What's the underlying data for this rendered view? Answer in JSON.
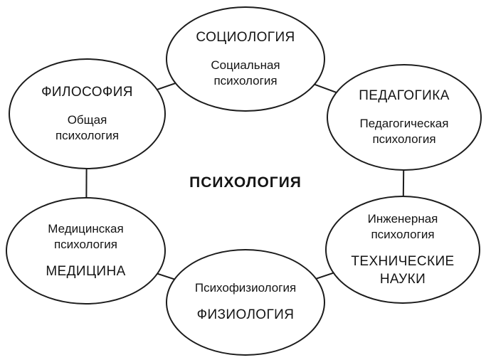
{
  "diagram": {
    "center_label": "ПСИХОЛОГИЯ",
    "nodes": {
      "sociology": {
        "discipline": "СОЦИОЛОГИЯ",
        "branch": "Социальная\nпсихология"
      },
      "philosophy": {
        "discipline": "ФИЛОСОФИЯ",
        "branch": "Общая\nпсихология"
      },
      "pedagogy": {
        "discipline": "ПЕДАГОГИКА",
        "branch": "Педагогическая\nпсихология"
      },
      "medicine": {
        "discipline": "МЕДИЦИНА",
        "branch": "Медицинская\nпсихология"
      },
      "technical": {
        "discipline": "ТЕХНИЧЕСКИЕ\nНАУКИ",
        "branch": "Инженерная\nпсихология"
      },
      "physiology": {
        "discipline": "ФИЗИОЛОГИЯ",
        "branch": "Психофизиология"
      }
    }
  }
}
